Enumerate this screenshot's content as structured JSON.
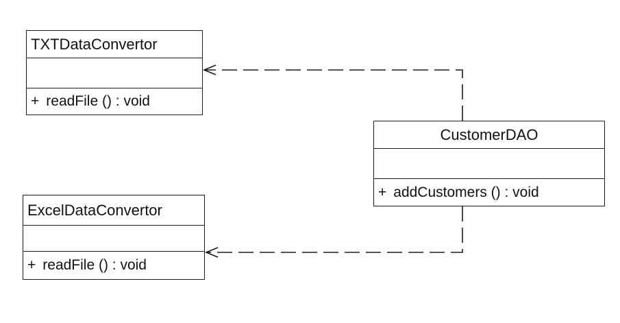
{
  "classes": {
    "txt": {
      "name": "TXTDataConvertor",
      "operation": {
        "visibility": "+",
        "signature": "readFile () : void"
      }
    },
    "excel": {
      "name": "ExcelDataConvertor",
      "operation": {
        "visibility": "+",
        "signature": "readFile () : void"
      }
    },
    "dao": {
      "name": "CustomerDAO",
      "operation": {
        "visibility": "+",
        "signature": "addCustomers () : void"
      }
    }
  },
  "relationships": [
    {
      "type": "dependency",
      "from": "CustomerDAO",
      "to": "TXTDataConvertor",
      "style": "dashed-open-arrow"
    },
    {
      "type": "dependency",
      "from": "CustomerDAO",
      "to": "ExcelDataConvertor",
      "style": "dashed-open-arrow"
    }
  ],
  "colors": {
    "line": "#1a1a1a",
    "background": "#ffffff",
    "text": "#111111"
  }
}
